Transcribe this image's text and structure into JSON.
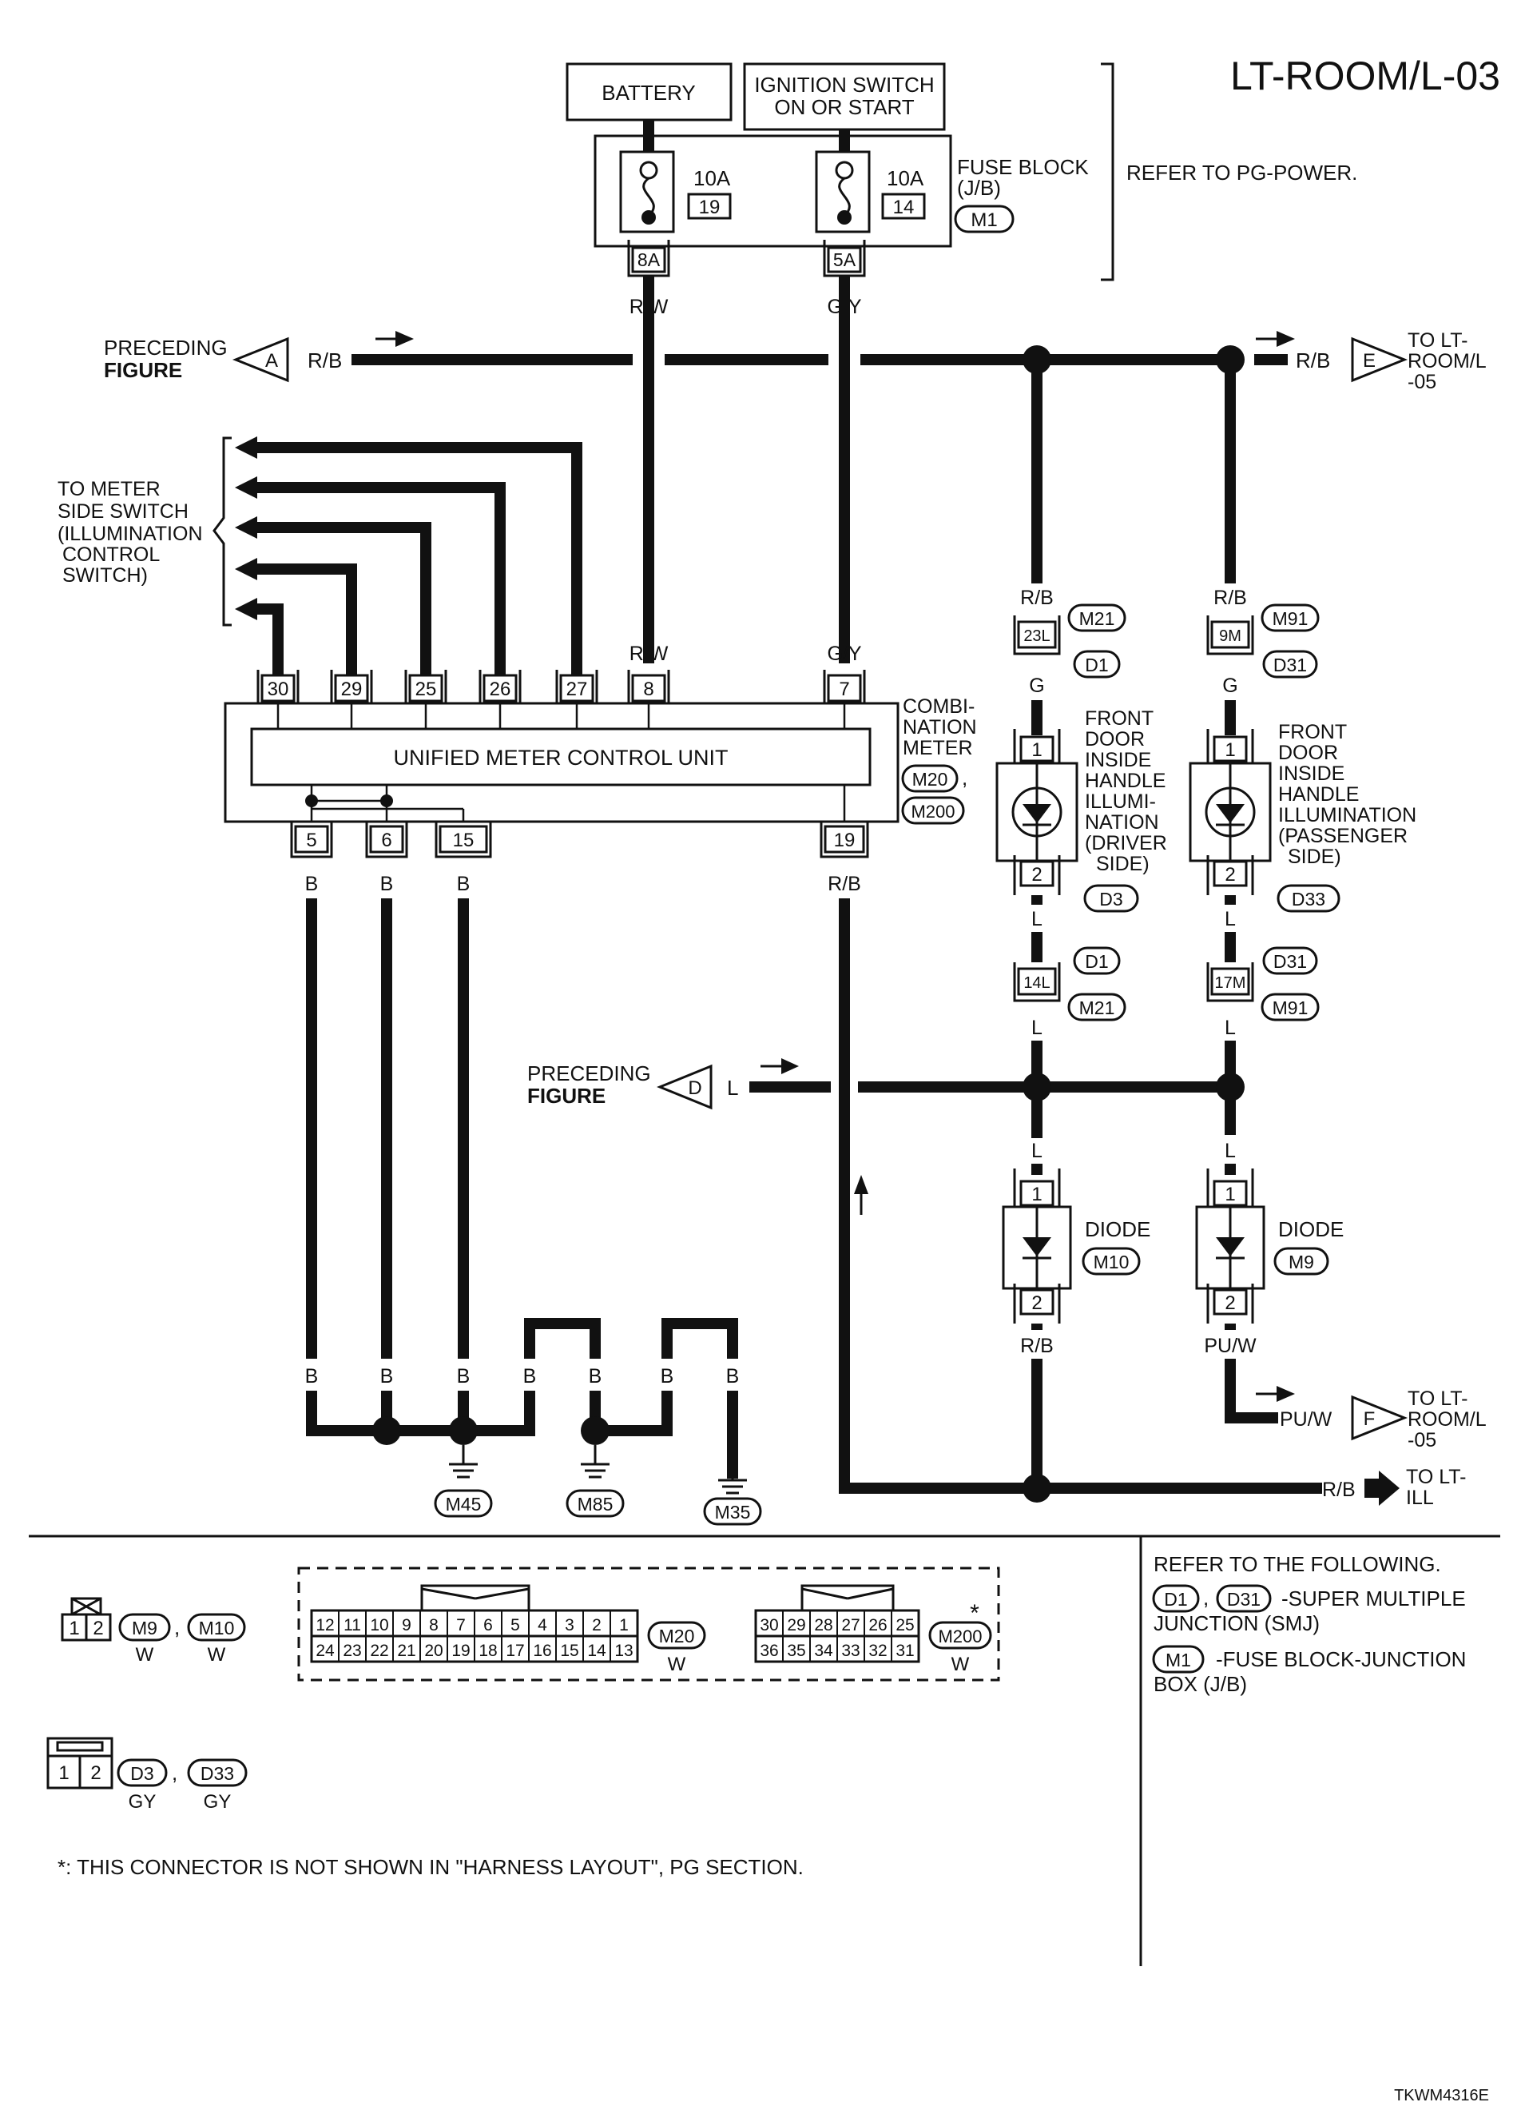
{
  "page": {
    "title": "LT-ROOM/L-03",
    "figure_code": "TKWM4316E"
  },
  "power": {
    "battery": "BATTERY",
    "ignition_line1": "IGNITION SWITCH",
    "ignition_line2": "ON OR START",
    "fuse1_amp": "10A",
    "fuse1_no": "19",
    "fuse2_amp": "10A",
    "fuse2_no": "14",
    "fuse_block_line1": "FUSE BLOCK",
    "fuse_block_line2": "(J/B)",
    "fuse_block_conn": "M1",
    "refer": "REFER TO PG-POWER.",
    "term1": "8A",
    "term2": "5A",
    "wire1": "R/W",
    "wire2": "G/Y"
  },
  "bus": {
    "preceding_line1": "PRECEDING",
    "preceding_line2": "FIGURE",
    "conn_a": "A",
    "wire_a": "R/B",
    "wire_e": "R/B",
    "conn_e": "E",
    "to_e_line1": "TO LT-",
    "to_e_line2": "ROOM/L",
    "to_e_line3": "-05"
  },
  "meter_switch": {
    "line1": "TO METER",
    "line2": "SIDE SWITCH",
    "line3": "(ILLUMINATION",
    "line4": "CONTROL",
    "line5": "SWITCH)"
  },
  "meter": {
    "pins_top": [
      "30",
      "29",
      "25",
      "26",
      "27",
      "8",
      "7"
    ],
    "wire_8": "R/W",
    "wire_7": "G/Y",
    "unit_label": "UNIFIED METER CONTROL UNIT",
    "name_line1": "COMBI-",
    "name_line2": "NATION",
    "name_line3": "METER",
    "conn1": "M20",
    "conn2": "M200",
    "comma": ",",
    "pins_bottom": [
      "5",
      "6",
      "15",
      "19"
    ],
    "wire_bottom": [
      "B",
      "B",
      "B",
      "R/B"
    ]
  },
  "driver_branch": {
    "wire_top": "R/B",
    "term_top": "23L",
    "conn_top_a": "M21",
    "conn_top_b": "D1",
    "wire_g": "G",
    "pin1": "1",
    "pin2": "2",
    "label": [
      "FRONT",
      "DOOR",
      "INSIDE",
      "HANDLE",
      "ILLUMI-",
      "NATION",
      "(DRIVER",
      "SIDE)"
    ],
    "conn": "D3",
    "wire_l1": "L",
    "conn_bot_a": "D1",
    "term_bot": "14L",
    "conn_bot_b": "M21",
    "wire_l2": "L"
  },
  "passenger_branch": {
    "wire_top": "R/B",
    "term_top": "9M",
    "conn_top_a": "M91",
    "conn_top_b": "D31",
    "wire_g": "G",
    "pin1": "1",
    "pin2": "2",
    "label": [
      "FRONT",
      "DOOR",
      "INSIDE",
      "HANDLE",
      "ILLUMINATION",
      "(PASSENGER",
      "SIDE)"
    ],
    "conn": "D33",
    "wire_l1": "L",
    "conn_bot_a": "D31",
    "term_bot": "17M",
    "conn_bot_b": "M91",
    "wire_l2": "L"
  },
  "bus_d": {
    "preceding_line1": "PRECEDING",
    "preceding_line2": "FIGURE",
    "conn_d": "D",
    "wire_d": "L"
  },
  "diodes": {
    "wire_in_1": "L",
    "wire_in_2": "L",
    "label_1": "DIODE",
    "conn_1": "M10",
    "label_2": "DIODE",
    "conn_2": "M9",
    "pin1": "1",
    "pin2": "2",
    "wire_out_1": "R/B",
    "wire_out_2": "PU/W",
    "wire_f": "PU/W",
    "conn_f": "F",
    "to_f_line1": "TO LT-",
    "to_f_line2": "ROOM/L",
    "to_f_line3": "-05"
  },
  "grounds": {
    "wires": [
      "B",
      "B",
      "B",
      "B",
      "B",
      "B",
      "B"
    ],
    "g1": "M45",
    "g2": "M85",
    "g3": "M35",
    "wire_ill": "R/B",
    "to_ill_line1": "TO LT-",
    "to_ill_line2": "ILL"
  },
  "legend": {
    "c1_pins": [
      "1",
      "2"
    ],
    "c1_conn_a": "M9",
    "c1_conn_b": "M10",
    "c1_color_a": "W",
    "c1_color_b": "W",
    "comma": ",",
    "m20_row1": [
      "12",
      "11",
      "10",
      "9",
      "8",
      "7",
      "6",
      "5",
      "4",
      "3",
      "2",
      "1"
    ],
    "m20_row2": [
      "24",
      "23",
      "22",
      "21",
      "20",
      "19",
      "18",
      "17",
      "16",
      "15",
      "14",
      "13"
    ],
    "m20_conn": "M20",
    "m20_color": "W",
    "m200_row1": [
      "30",
      "29",
      "28",
      "27",
      "26",
      "25"
    ],
    "m200_row2": [
      "36",
      "35",
      "34",
      "33",
      "32",
      "31"
    ],
    "m200_conn": "M200",
    "m200_color": "W",
    "star": "*",
    "c2_pins": [
      "1",
      "2"
    ],
    "c2_conn_a": "D3",
    "c2_conn_b": "D33",
    "c2_color_a": "GY",
    "c2_color_b": "GY",
    "footnote": "*: THIS CONNECTOR IS NOT SHOWN IN \"HARNESS LAYOUT\", PG SECTION."
  },
  "refer_box": {
    "heading": "REFER TO THE FOLLOWING.",
    "conn_d1": "D1",
    "conn_d31": "D31",
    "smj_text": "-SUPER MULTIPLE",
    "smj_text2": "JUNCTION (SMJ)",
    "conn_m1": "M1",
    "jb_text": "-FUSE BLOCK-JUNCTION",
    "jb_text2": "BOX (J/B)"
  }
}
